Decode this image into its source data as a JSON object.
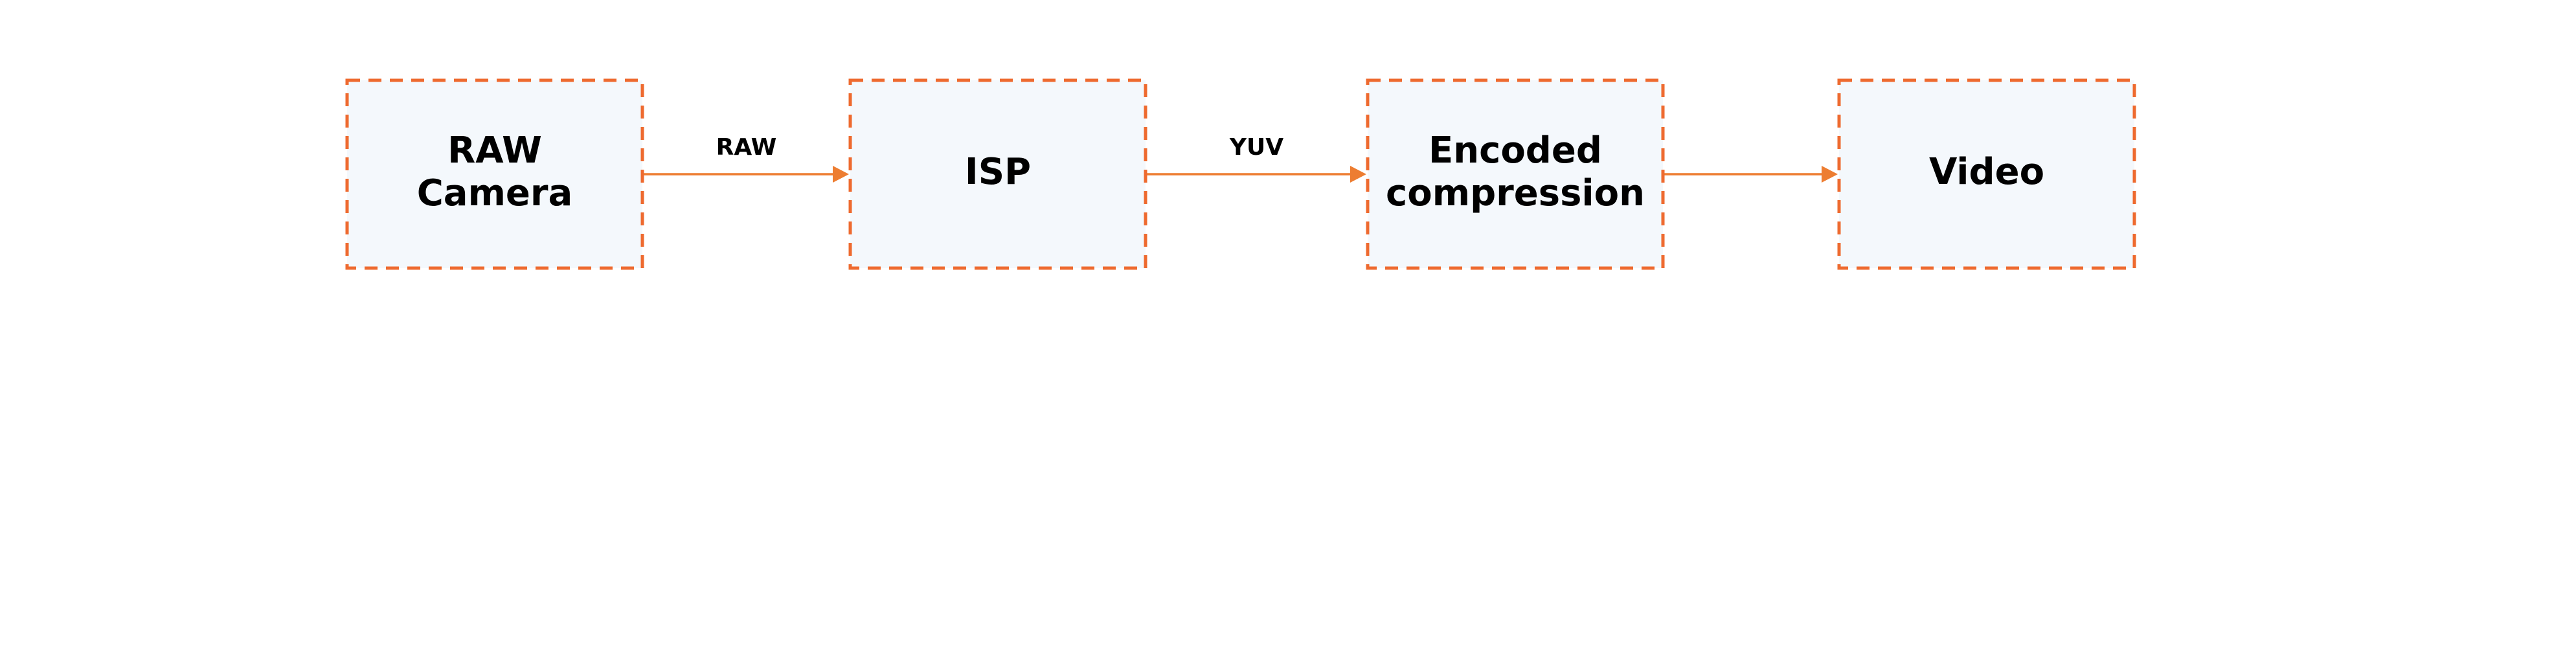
{
  "diagram": {
    "type": "flowchart",
    "direction": "left-to-right",
    "colors": {
      "node_border": "#EE6A2F",
      "node_fill": "#F4F8FC",
      "edge": "#ED7D31",
      "text": "#000000",
      "background": "#FFFFFF"
    },
    "nodes": [
      {
        "id": "raw-camera",
        "lines": [
          "RAW",
          "Camera"
        ]
      },
      {
        "id": "isp",
        "lines": [
          "ISP"
        ]
      },
      {
        "id": "encoded-compression",
        "lines": [
          "Encoded",
          "compression"
        ]
      },
      {
        "id": "video",
        "lines": [
          "Video"
        ]
      }
    ],
    "edges": [
      {
        "from": "raw-camera",
        "to": "isp",
        "label": "RAW"
      },
      {
        "from": "isp",
        "to": "encoded-compression",
        "label": "YUV"
      },
      {
        "from": "encoded-compression",
        "to": "video",
        "label": ""
      }
    ]
  }
}
